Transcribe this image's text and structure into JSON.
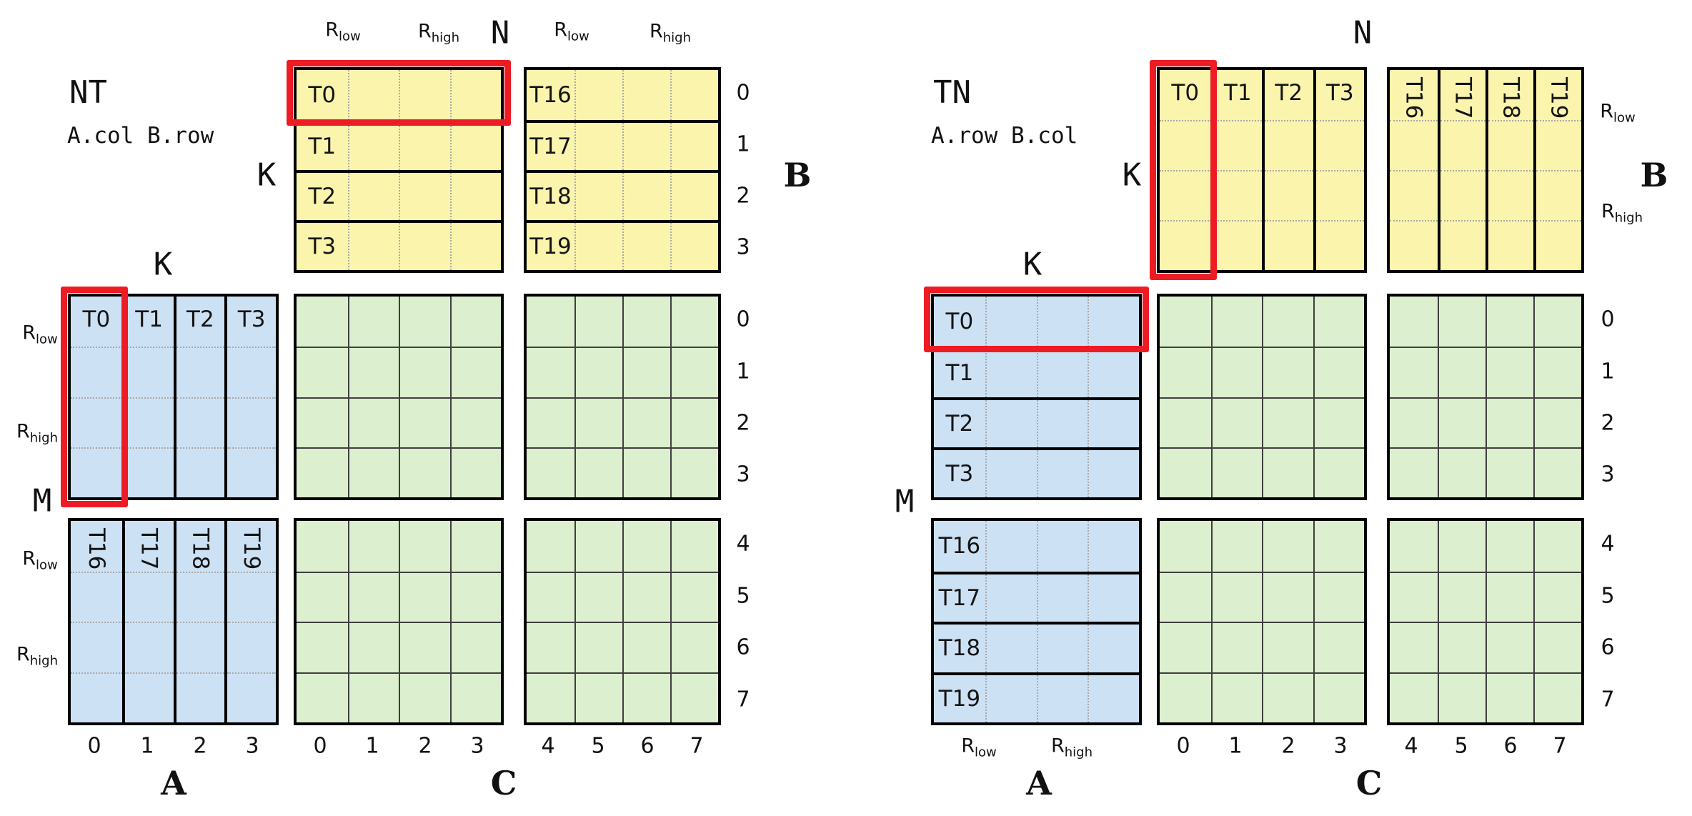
{
  "figure": {
    "background": "#ffffff"
  },
  "colors": {
    "matrix_a_fill": "#cde1f5",
    "matrix_b_fill": "#fbf4ad",
    "matrix_c_fill": "#dcefcf",
    "highlight": "#ed1c24",
    "block_border": "#000000"
  },
  "range_labels": {
    "low": {
      "base": "R",
      "sub": "low"
    },
    "high": {
      "base": "R",
      "sub": "high"
    }
  },
  "panels": [
    {
      "id": "nt",
      "title": "NT",
      "subtitle": "A.col B.row",
      "axis_labels": {
        "n": "N",
        "k_b": "K",
        "k_a": "K",
        "m": "M"
      },
      "matrix_labels": {
        "a": "A",
        "b": "B",
        "c": "C"
      },
      "b_orientation": "rows",
      "a_orientation": "cols",
      "b_blocks": [
        {
          "tiles": [
            "T0",
            "T1",
            "T2",
            "T3"
          ],
          "highlight_tile": "T0",
          "rotated": false
        },
        {
          "tiles": [
            "T16",
            "T17",
            "T18",
            "T19"
          ],
          "rotated": false
        }
      ],
      "a_blocks": [
        {
          "tiles": [
            "T0",
            "T1",
            "T2",
            "T3"
          ],
          "highlight_tile": "T0",
          "rotated": false
        },
        {
          "tiles": [
            "T16",
            "T17",
            "T18",
            "T19"
          ],
          "rotated": true
        }
      ],
      "b_side_indices": [
        "0",
        "1",
        "2",
        "3"
      ],
      "a_col_indices": [
        "0",
        "1",
        "2",
        "3"
      ],
      "c_row_indices": [
        "0",
        "1",
        "2",
        "3",
        "4",
        "5",
        "6",
        "7"
      ],
      "c_col_indices": [
        "0",
        "1",
        "2",
        "3",
        "4",
        "5",
        "6",
        "7"
      ]
    },
    {
      "id": "tn",
      "title": "TN",
      "subtitle": "A.row B.col",
      "axis_labels": {
        "n": "N",
        "k_b": "K",
        "k_a": "K",
        "m": "M"
      },
      "matrix_labels": {
        "a": "A",
        "b": "B",
        "c": "C"
      },
      "b_orientation": "cols",
      "a_orientation": "rows",
      "b_blocks": [
        {
          "tiles": [
            "T0",
            "T1",
            "T2",
            "T3"
          ],
          "highlight_tile": "T0",
          "rotated": false
        },
        {
          "tiles": [
            "T16",
            "T17",
            "T18",
            "T19"
          ],
          "rotated": true
        }
      ],
      "a_blocks": [
        {
          "tiles": [
            "T0",
            "T1",
            "T2",
            "T3"
          ],
          "highlight_tile": "T0",
          "rotated": false
        },
        {
          "tiles": [
            "T16",
            "T17",
            "T18",
            "T19"
          ],
          "rotated": false
        }
      ],
      "c_row_indices": [
        "0",
        "1",
        "2",
        "3",
        "4",
        "5",
        "6",
        "7"
      ],
      "c_col_indices": [
        "0",
        "1",
        "2",
        "3",
        "4",
        "5",
        "6",
        "7"
      ]
    }
  ]
}
